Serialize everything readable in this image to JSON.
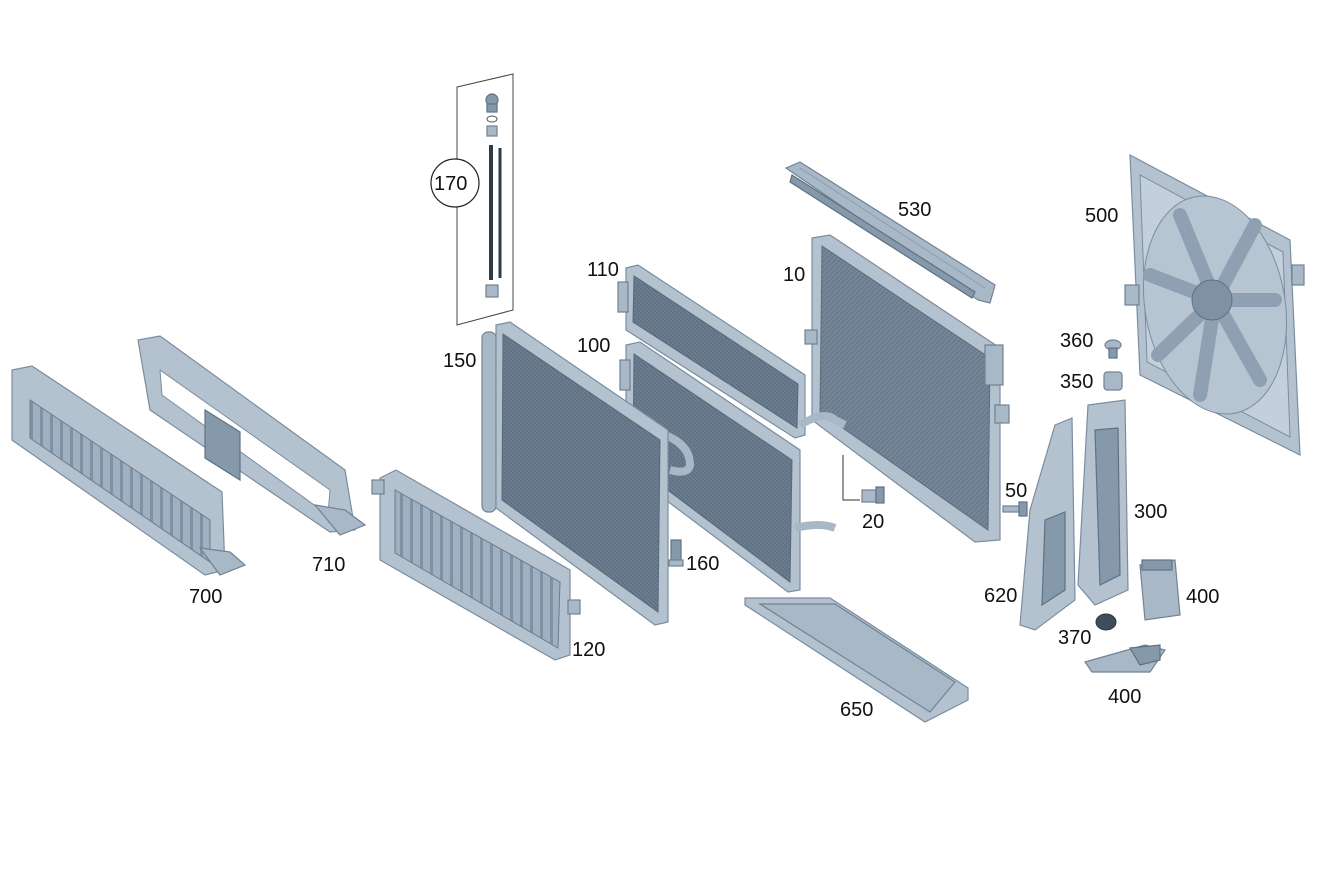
{
  "diagram": {
    "callouts": [
      {
        "id": "170",
        "label": "170"
      },
      {
        "id": "530",
        "label": "530"
      },
      {
        "id": "500",
        "label": "500"
      },
      {
        "id": "110",
        "label": "110"
      },
      {
        "id": "10",
        "label": "10"
      },
      {
        "id": "360",
        "label": "360"
      },
      {
        "id": "350",
        "label": "350"
      },
      {
        "id": "100",
        "label": "100"
      },
      {
        "id": "150",
        "label": "150"
      },
      {
        "id": "50",
        "label": "50"
      },
      {
        "id": "300",
        "label": "300"
      },
      {
        "id": "20",
        "label": "20"
      },
      {
        "id": "160",
        "label": "160"
      },
      {
        "id": "710",
        "label": "710"
      },
      {
        "id": "700",
        "label": "700"
      },
      {
        "id": "620",
        "label": "620"
      },
      {
        "id": "400a",
        "label": "400"
      },
      {
        "id": "370",
        "label": "370"
      },
      {
        "id": "120",
        "label": "120"
      },
      {
        "id": "400b",
        "label": "400"
      },
      {
        "id": "650",
        "label": "650"
      }
    ]
  },
  "colors": {
    "part_fill": "#a9b8c6",
    "part_core": "#6c7e90",
    "background": "#ffffff",
    "label_text": "#111111"
  }
}
